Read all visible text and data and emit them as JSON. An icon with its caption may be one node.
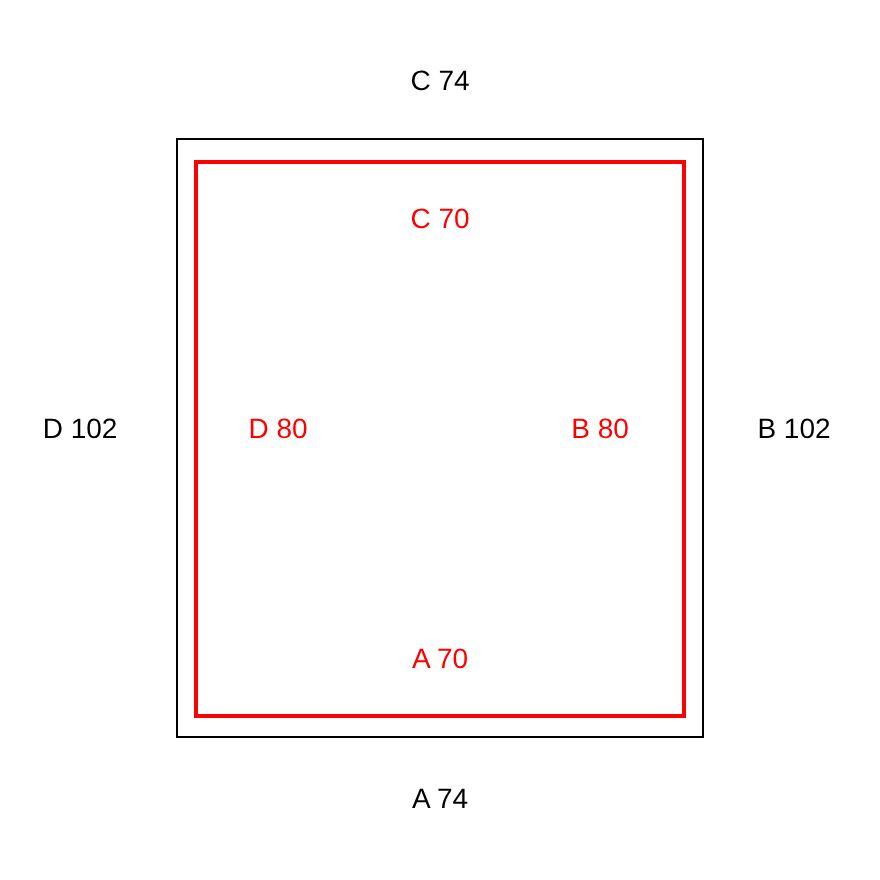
{
  "diagram": {
    "nodes": [
      {
        "text": [
          "C 74",
          "D 102",
          "B 102",
          "A 74"
        ]
      },
      {
        "text": [
          "C 70",
          "D 80",
          "B 80",
          "A 70"
        ],
        "in": 0
      }
    ]
  }
}
